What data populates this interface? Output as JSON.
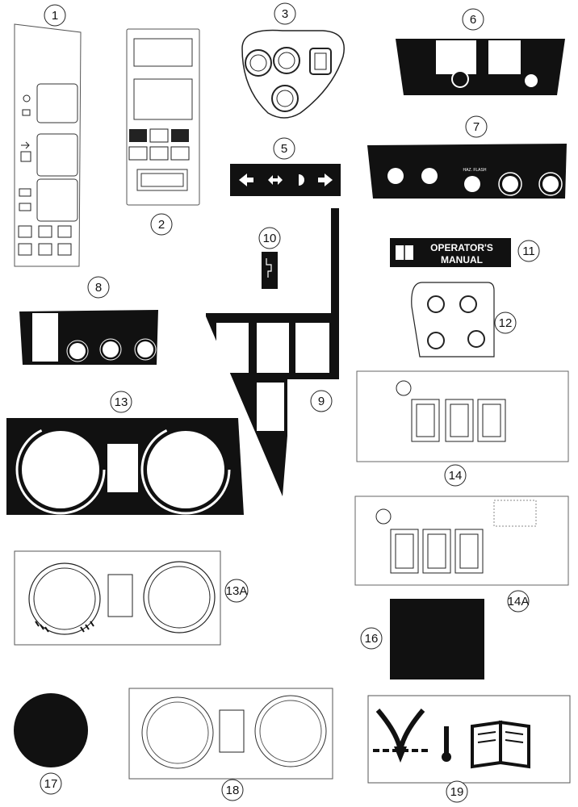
{
  "callouts": {
    "c1": "1",
    "c2": "2",
    "c3": "3",
    "c5": "5",
    "c6": "6",
    "c7": "7",
    "c8": "8",
    "c9": "9",
    "c10": "10",
    "c11": "11",
    "c12": "12",
    "c13": "13",
    "c13a": "13A",
    "c14": "14",
    "c14a": "14A",
    "c16": "16",
    "c17": "17",
    "c18": "18",
    "c19": "19"
  },
  "decal11": {
    "line1": "OPERATOR'S",
    "line2": "MANUAL"
  },
  "decal7": {
    "small_text": "HAZ. FLASH"
  },
  "colors": {
    "ink": "#111111",
    "paper": "#ffffff",
    "gray": "#888888"
  }
}
